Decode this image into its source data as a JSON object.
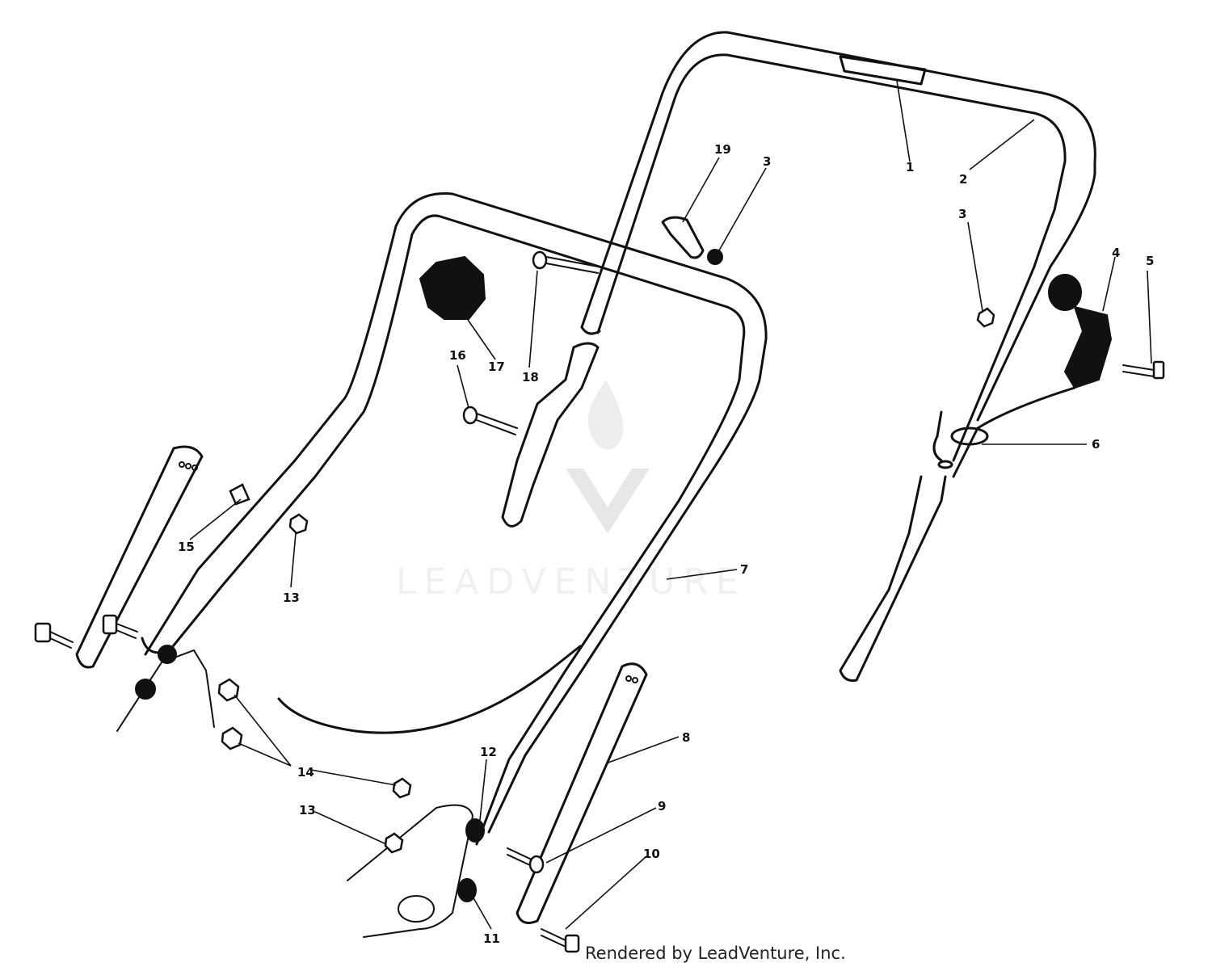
{
  "watermark": {
    "brand": "LEADVENTURE"
  },
  "footer": {
    "credit": "Rendered by LeadVenture, Inc."
  },
  "callouts": [
    {
      "id": "c1",
      "text": "1"
    },
    {
      "id": "c2",
      "text": "2"
    },
    {
      "id": "c3a",
      "text": "3"
    },
    {
      "id": "c3b",
      "text": "3"
    },
    {
      "id": "c4",
      "text": "4"
    },
    {
      "id": "c5",
      "text": "5"
    },
    {
      "id": "c6",
      "text": "6"
    },
    {
      "id": "c7",
      "text": "7"
    },
    {
      "id": "c8",
      "text": "8"
    },
    {
      "id": "c9",
      "text": "9"
    },
    {
      "id": "c10",
      "text": "10"
    },
    {
      "id": "c11",
      "text": "11"
    },
    {
      "id": "c12",
      "text": "12"
    },
    {
      "id": "c13a",
      "text": "13"
    },
    {
      "id": "c13b",
      "text": "13"
    },
    {
      "id": "c14",
      "text": "14"
    },
    {
      "id": "c15",
      "text": "15"
    },
    {
      "id": "c16",
      "text": "16"
    },
    {
      "id": "c17",
      "text": "17"
    },
    {
      "id": "c18",
      "text": "18"
    },
    {
      "id": "c19",
      "text": "19"
    }
  ]
}
